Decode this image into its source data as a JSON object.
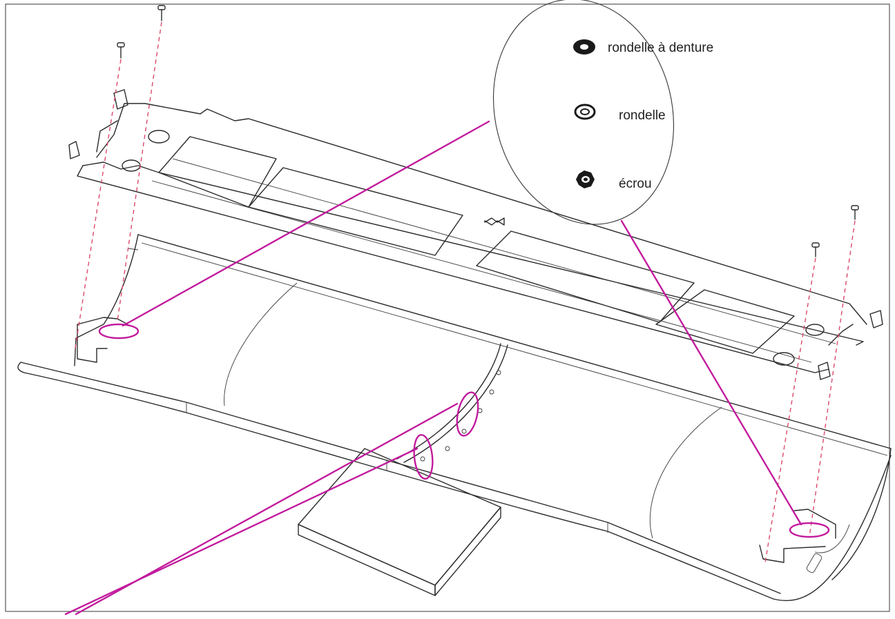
{
  "legend": {
    "items": [
      {
        "label": "rondelle à denture",
        "icon": "toothed-washer-icon"
      },
      {
        "label": "rondelle",
        "icon": "washer-icon"
      },
      {
        "label": "écrou",
        "icon": "hex-nut-icon"
      }
    ]
  },
  "colors": {
    "callout": "#c21b9d",
    "dashed_guides": "#d9486a",
    "line_art": "#2a2a2a",
    "frame": "#555555",
    "background": "#ffffff"
  }
}
